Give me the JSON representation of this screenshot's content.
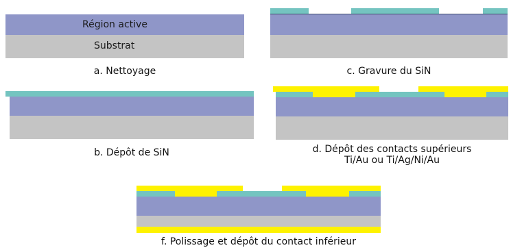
{
  "panel_a": {
    "layer_active": "Région active",
    "layer_substrate": "Substrat",
    "caption": "a.  Nettoyage"
  },
  "panel_b": {
    "caption": "b. Dépôt de SiN"
  },
  "panel_c": {
    "caption": "c. Gravure du SiN"
  },
  "panel_d": {
    "caption_line1": "d. Dépôt des contacts supérieurs",
    "caption_line2": "Ti/Au ou Ti/Ag/Ni/Au"
  },
  "panel_f": {
    "caption": "f. Polissage et dépôt du contact inférieur"
  },
  "colors": {
    "active_region": "#8f96c8",
    "substrate": "#c4c4c4",
    "sin": "#74c4c0",
    "contact": "#fef200"
  }
}
